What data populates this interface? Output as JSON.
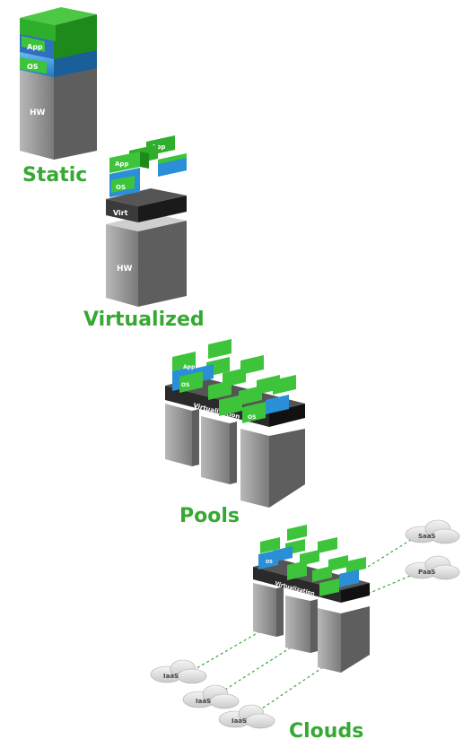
{
  "stages": [
    {
      "name": "Static"
    },
    {
      "name": "Virtualized"
    },
    {
      "name": "Pools"
    },
    {
      "name": "Clouds"
    }
  ],
  "layer_labels": {
    "app": "App",
    "os": "OS",
    "hardware": "HW",
    "virtualization_short": "Virt",
    "virtualization_long": "Virtualization"
  },
  "cloud_labels": {
    "saas": "SaaS",
    "paas": "PaaS",
    "iaas": "IaaS"
  },
  "colors": {
    "app_green": "#3dc43a",
    "os_blue": "#2a8fd6",
    "hardware_gray": "#8a8a8a",
    "virt_dark": "#2b2b2b",
    "title_green": "#37a833",
    "connector_green": "#3aa83a"
  }
}
